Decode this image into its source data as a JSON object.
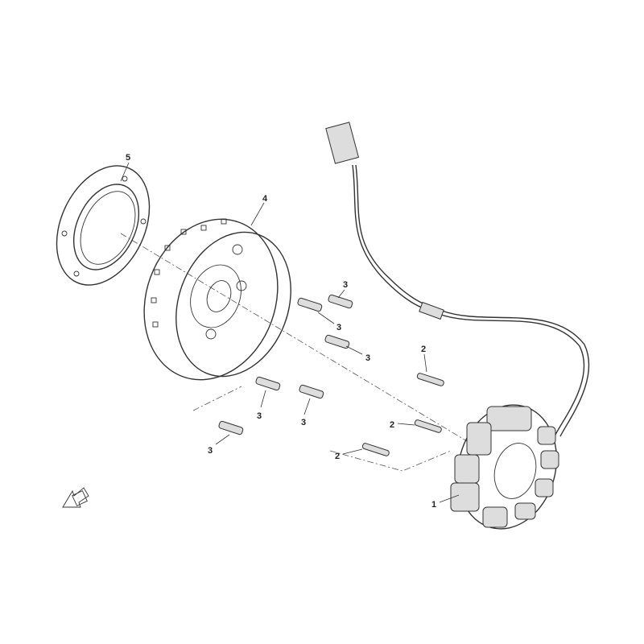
{
  "diagram": {
    "type": "exploded-parts-diagram",
    "callouts": [
      {
        "id": "c5",
        "text": "5",
        "part": "oil-seal"
      },
      {
        "id": "c4",
        "text": "4",
        "part": "flywheel-rotor"
      },
      {
        "id": "c3a",
        "text": "3",
        "part": "bolt"
      },
      {
        "id": "c3b",
        "text": "3",
        "part": "bolt"
      },
      {
        "id": "c3c",
        "text": "3",
        "part": "bolt"
      },
      {
        "id": "c3d",
        "text": "3",
        "part": "bolt"
      },
      {
        "id": "c3e",
        "text": "3",
        "part": "bolt"
      },
      {
        "id": "c3f",
        "text": "3",
        "part": "bolt"
      },
      {
        "id": "c2a",
        "text": "2",
        "part": "bolt"
      },
      {
        "id": "c2b",
        "text": "2",
        "part": "bolt"
      },
      {
        "id": "c2c",
        "text": "2",
        "part": "bolt"
      },
      {
        "id": "c1",
        "text": "1",
        "part": "stator-coil"
      }
    ],
    "front_arrow_icon": "front-direction-arrow-icon"
  }
}
